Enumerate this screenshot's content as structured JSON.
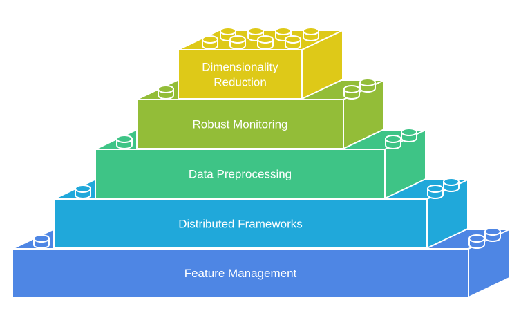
{
  "diagram": {
    "type": "stacked-lego-pyramid",
    "layers": [
      {
        "label": "Dimensionality Reduction",
        "lines": [
          "Dimensionality",
          "Reduction"
        ],
        "color": "#DEC918",
        "level": 5
      },
      {
        "label": "Robust Monitoring",
        "lines": [
          "Robust Monitoring"
        ],
        "color": "#93BD38",
        "level": 4
      },
      {
        "label": "Data Preprocessing",
        "lines": [
          "Data Preprocessing"
        ],
        "color": "#3EC486",
        "level": 3
      },
      {
        "label": "Distributed Frameworks",
        "lines": [
          "Distributed Frameworks"
        ],
        "color": "#20A8DA",
        "level": 2
      },
      {
        "label": "Feature Management",
        "lines": [
          "Feature Management"
        ],
        "color": "#4E86E4",
        "level": 1
      }
    ],
    "outline_color": "#FFFFFF"
  }
}
